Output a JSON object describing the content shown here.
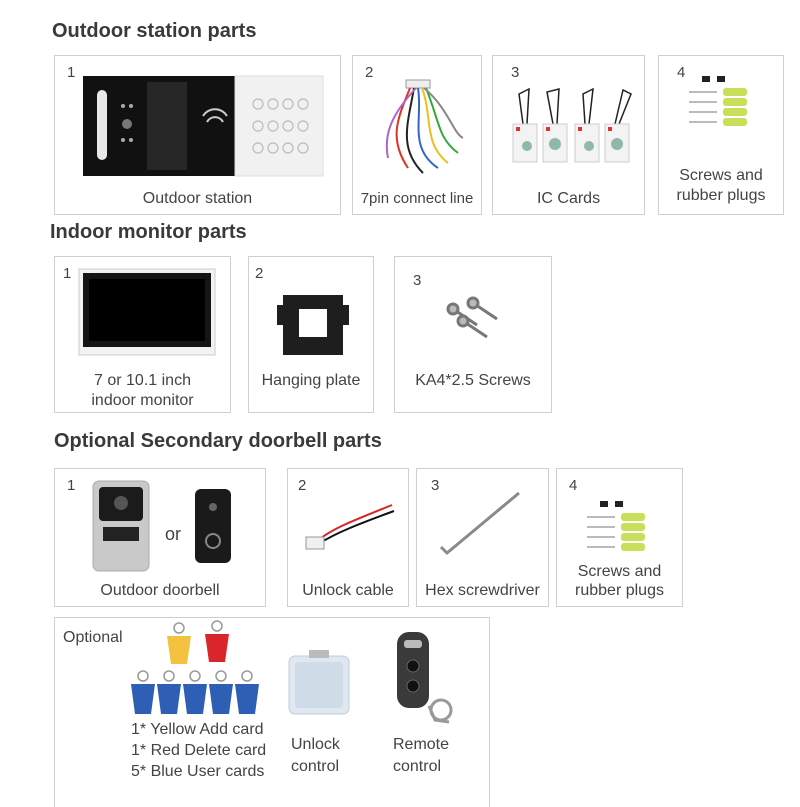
{
  "sections": {
    "outdoor_station": {
      "heading": "Outdoor station parts",
      "items": [
        {
          "num": "1",
          "caption": "Outdoor station"
        },
        {
          "num": "2",
          "caption": "7pin connect line"
        },
        {
          "num": "3",
          "caption": "IC Cards"
        },
        {
          "num": "4",
          "caption_line1": "Screws and",
          "caption_line2": "rubber plugs"
        }
      ]
    },
    "indoor_monitor": {
      "heading": "Indoor monitor parts",
      "items": [
        {
          "num": "1",
          "caption_line1": "7 or 10.1 inch",
          "caption_line2": "indoor monitor"
        },
        {
          "num": "2",
          "caption": "Hanging plate"
        },
        {
          "num": "3",
          "caption": "KA4*2.5 Screws"
        }
      ]
    },
    "secondary_doorbell": {
      "heading": "Optional Secondary doorbell parts",
      "items": [
        {
          "num": "1",
          "caption": "Outdoor doorbell",
          "or_text": "or"
        },
        {
          "num": "2",
          "caption": "Unlock cable"
        },
        {
          "num": "3",
          "caption": "Hex screwdriver"
        },
        {
          "num": "4",
          "caption_line1": "Screws and",
          "caption_line2": "rubber plugs"
        }
      ]
    },
    "optional": {
      "label": "Optional",
      "cards_lines": [
        "1* Yellow Add card",
        "1* Red Delete card",
        "5* Blue User cards"
      ],
      "unlock_control": [
        "Unlock",
        "control"
      ],
      "remote_control": [
        "Remote",
        "control"
      ]
    }
  },
  "colors": {
    "yellow_tag": "#f2c240",
    "red_tag": "#d9262b",
    "blue_tag": "#2f5fb5",
    "plug_green": "#c8df5a"
  }
}
